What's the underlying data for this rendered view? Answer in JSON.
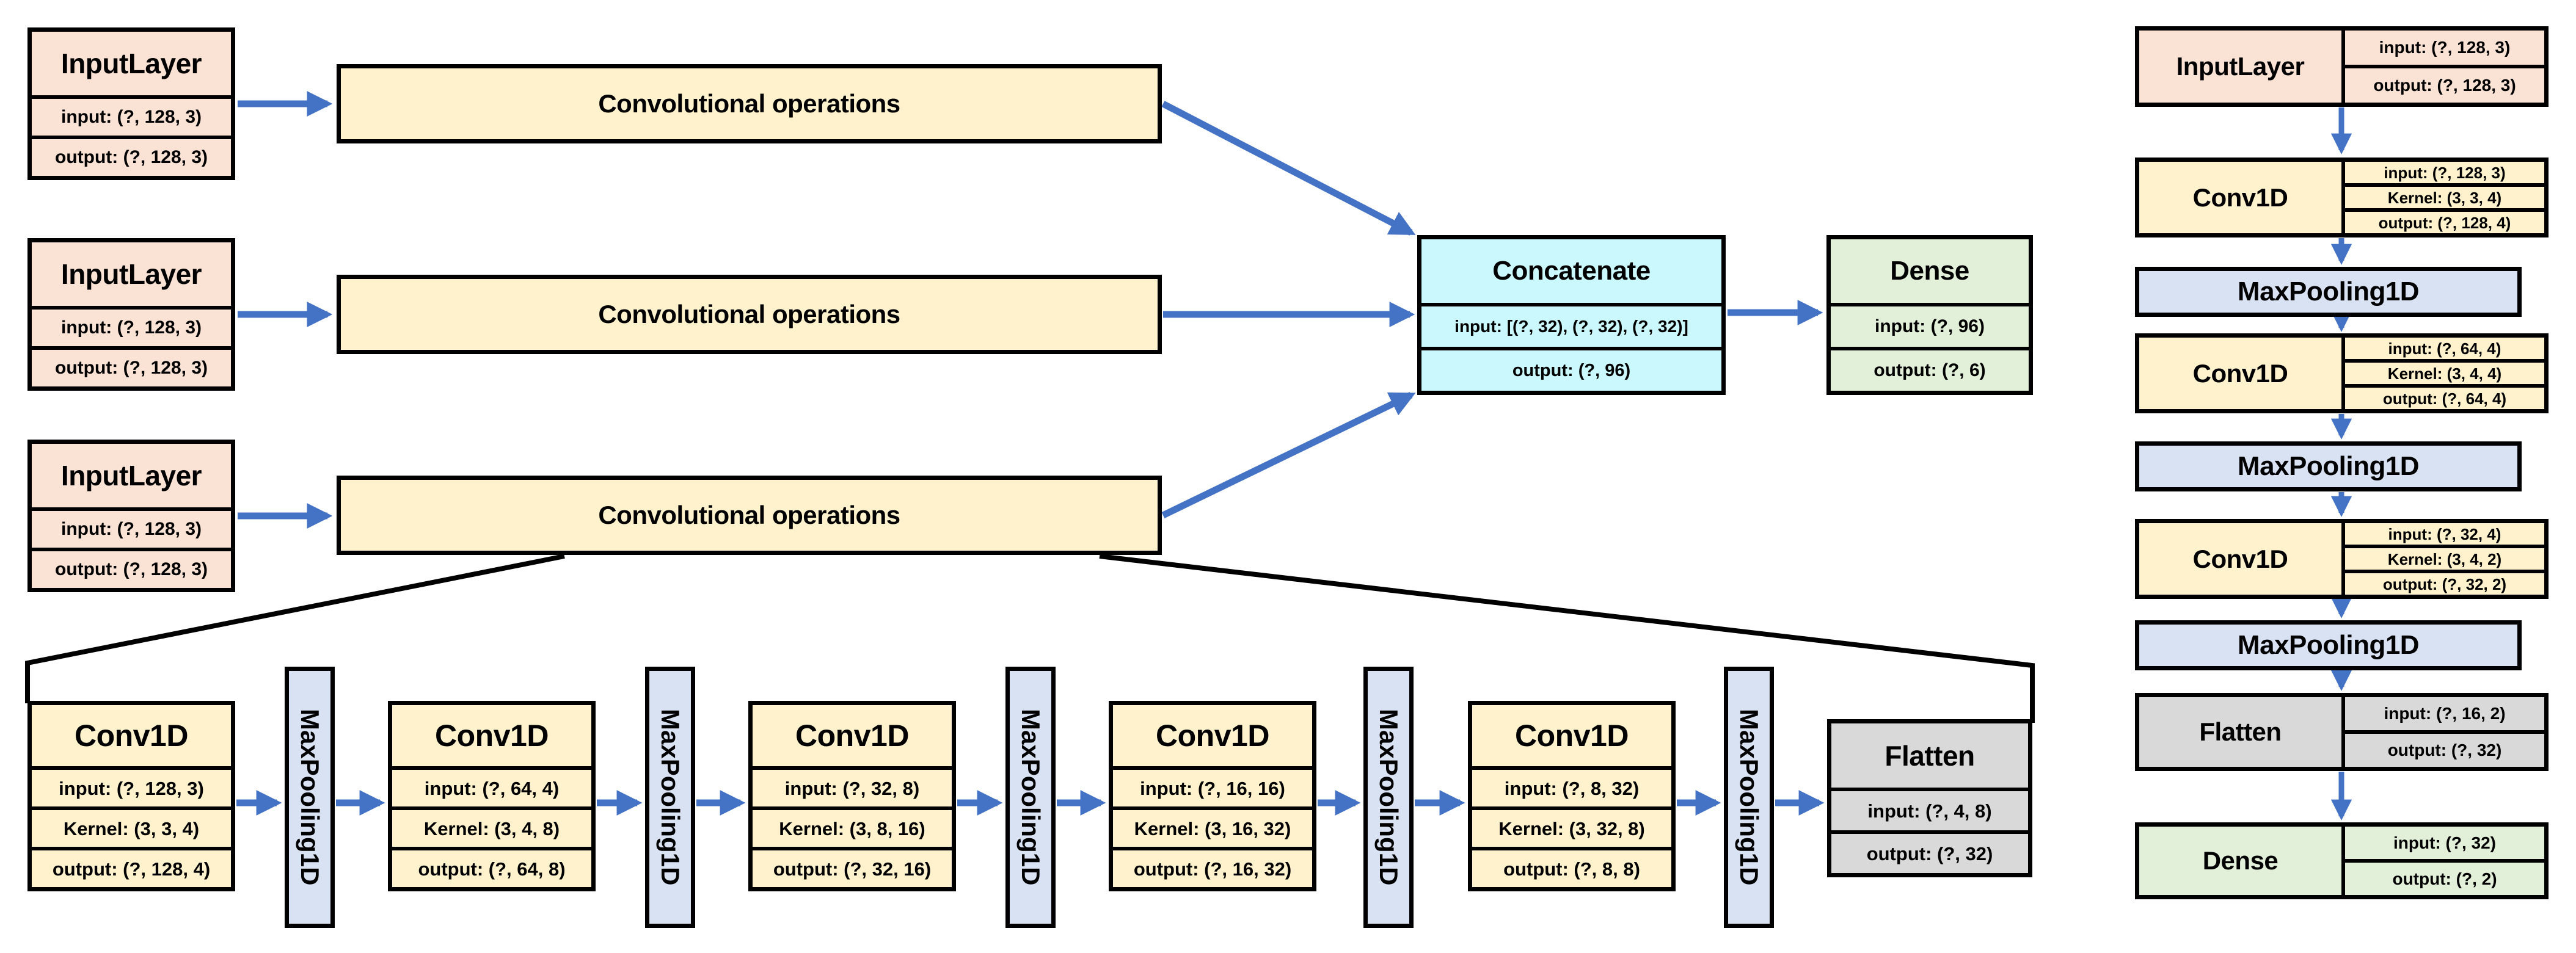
{
  "colors": {
    "input_layer_fill": "#FAE3D4",
    "conv_fill": "#FFF2CC",
    "maxpool_fill": "#D9E2F3",
    "concat_fill": "#CBF8FC",
    "dense_fill": "#E2EFD9",
    "flatten_fill": "#D9D9D9",
    "arrow_blue": "#4472C4",
    "line_black": "#000000"
  },
  "left_branch": {
    "input_layers": [
      {
        "title": "InputLayer",
        "rows": [
          "input: (?, 128, 3)",
          "output: (?, 128, 3)"
        ]
      },
      {
        "title": "InputLayer",
        "rows": [
          "input: (?, 128, 3)",
          "output: (?, 128, 3)"
        ]
      },
      {
        "title": "InputLayer",
        "rows": [
          "input: (?, 128, 3)",
          "output: (?, 128, 3)"
        ]
      }
    ],
    "conv_ops_labels": [
      "Convolutional operations",
      "Convolutional operations",
      "Convolutional operations"
    ],
    "concatenate": {
      "title": "Concatenate",
      "rows": [
        "input: [(?, 32), (?, 32), (?, 32)]",
        "output: (?, 96)"
      ]
    },
    "dense": {
      "title": "Dense",
      "rows": [
        "input: (?, 96)",
        "output: (?, 6)"
      ]
    }
  },
  "expanded_conv_block": {
    "maxpool_label": "MaxPooling1D",
    "conv_layers": [
      {
        "title": "Conv1D",
        "rows": [
          "input: (?, 128, 3)",
          "Kernel: (3, 3, 4)",
          "output: (?, 128, 4)"
        ]
      },
      {
        "title": "Conv1D",
        "rows": [
          "input: (?, 64, 4)",
          "Kernel: (3, 4, 8)",
          "output: (?, 64, 8)"
        ]
      },
      {
        "title": "Conv1D",
        "rows": [
          "input: (?, 32, 8)",
          "Kernel: (3, 8, 16)",
          "output: (?, 32, 16)"
        ]
      },
      {
        "title": "Conv1D",
        "rows": [
          "input: (?, 16, 16)",
          "Kernel: (3, 16, 32)",
          "output: (?, 16, 32)"
        ]
      },
      {
        "title": "Conv1D",
        "rows": [
          "input: (?, 8, 32)",
          "Kernel: (3, 32, 8)",
          "output: (?, 8, 8)"
        ]
      }
    ],
    "flatten": {
      "title": "Flatten",
      "rows": [
        "input: (?, 4, 8)",
        "output: (?, 32)"
      ]
    }
  },
  "right_model": {
    "layers": [
      {
        "title": "InputLayer",
        "rows": [
          "input: (?, 128, 3)",
          "output: (?, 128, 3)"
        ]
      },
      {
        "title": "Conv1D",
        "rows": [
          "input: (?, 128, 3)",
          "Kernel: (3, 3, 4)",
          "output: (?, 128, 4)"
        ]
      },
      {
        "title": "MaxPooling1D",
        "rows": []
      },
      {
        "title": "Conv1D",
        "rows": [
          "input: (?, 64, 4)",
          "Kernel: (3, 4, 4)",
          "output: (?, 64, 4)"
        ]
      },
      {
        "title": "MaxPooling1D",
        "rows": []
      },
      {
        "title": "Conv1D",
        "rows": [
          "input: (?, 32, 4)",
          "Kernel: (3, 4, 2)",
          "output: (?, 32, 2)"
        ]
      },
      {
        "title": "MaxPooling1D",
        "rows": []
      },
      {
        "title": "Flatten",
        "rows": [
          "input: (?, 16, 2)",
          "output: (?, 32)"
        ]
      },
      {
        "title": "Dense",
        "rows": [
          "input: (?, 32)",
          "output: (?, 2)"
        ]
      }
    ]
  }
}
